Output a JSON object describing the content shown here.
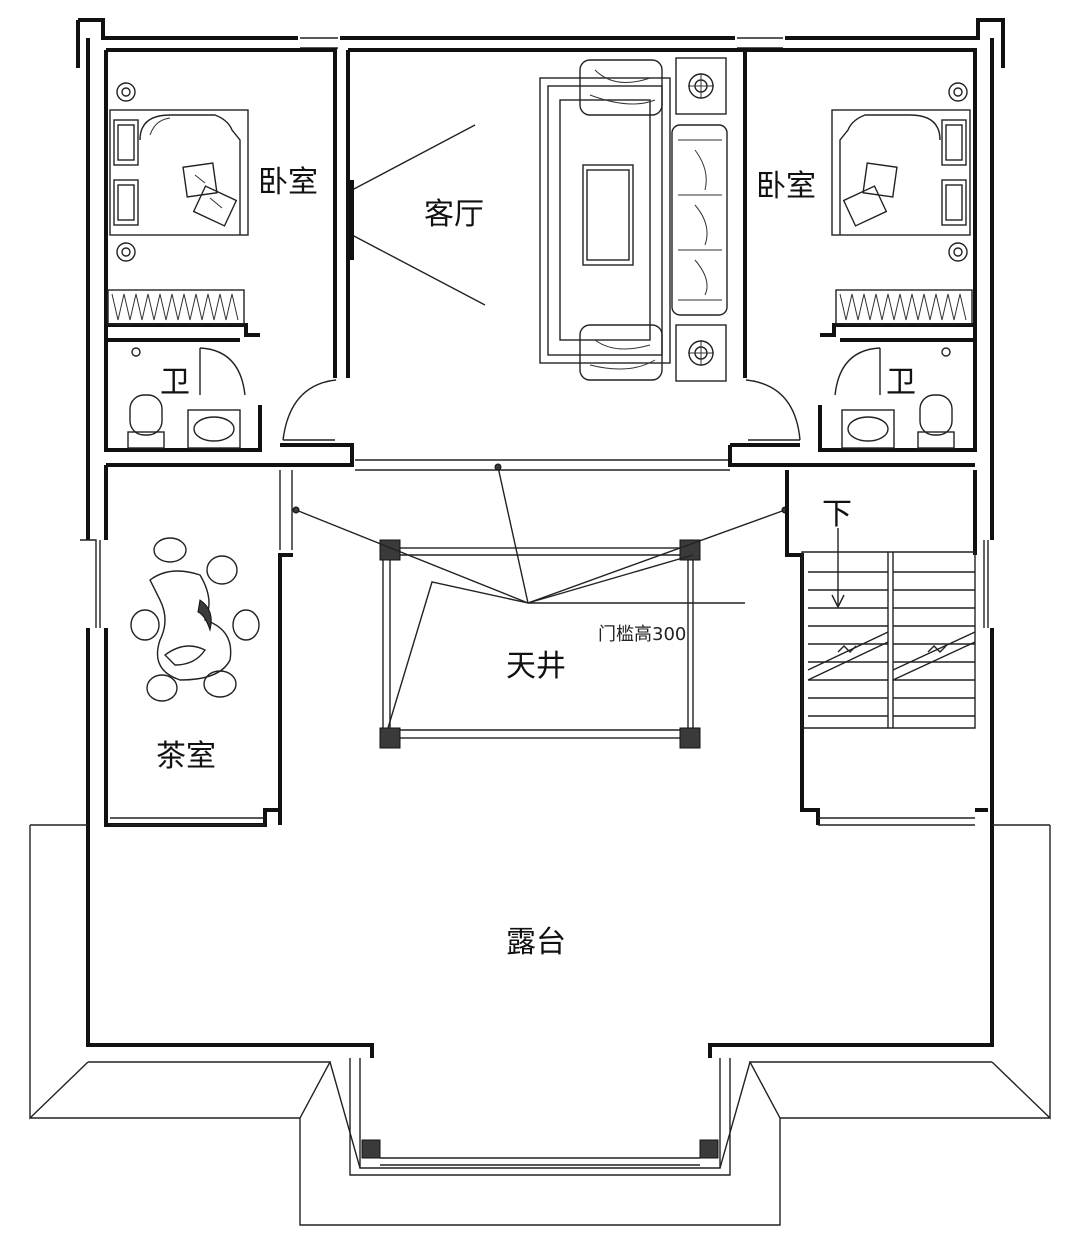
{
  "rooms": {
    "bedroom_left": "卧室",
    "bedroom_right": "卧室",
    "living_room": "客厅",
    "bath_left": "卫",
    "bath_right": "卫",
    "courtyard": "天井",
    "tea_room": "茶室",
    "terrace": "露台",
    "stair_down": "下"
  },
  "notes": {
    "threshold": "门槛高300"
  }
}
